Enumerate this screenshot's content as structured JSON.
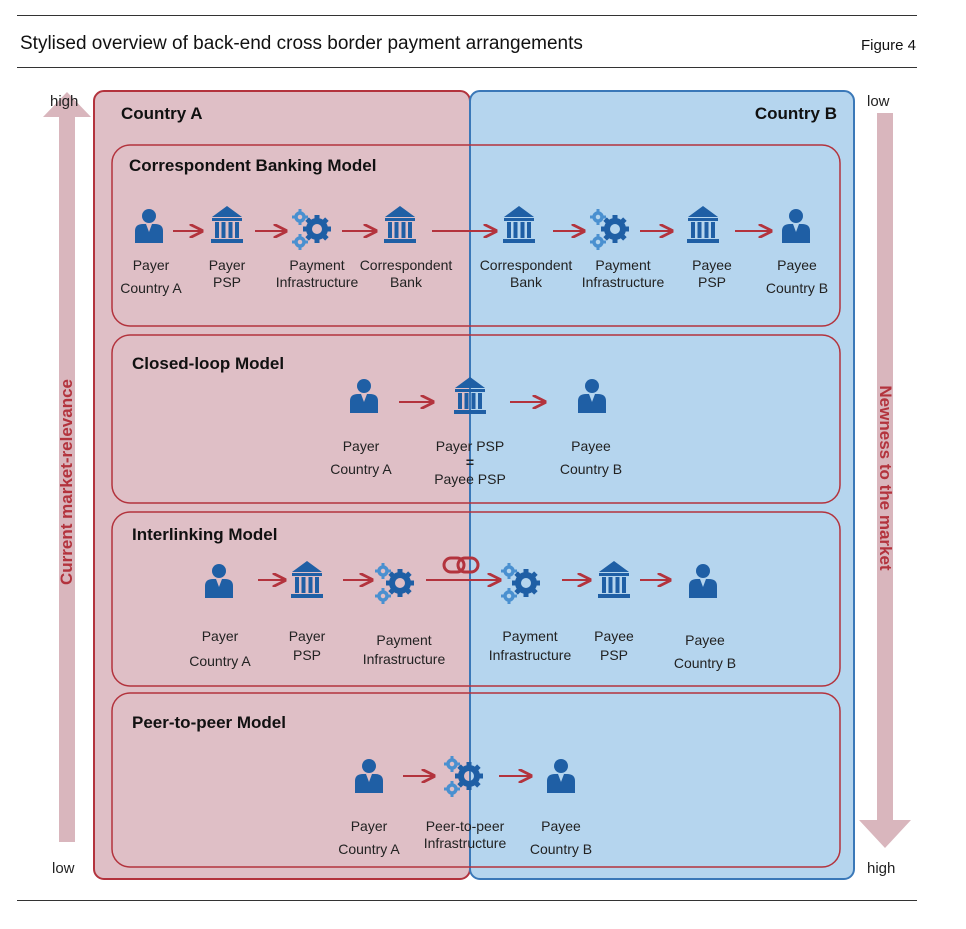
{
  "figure": {
    "title": "Stylised overview of back-end cross border payment arrangements",
    "label": "Figure 4"
  },
  "colors": {
    "country_a_fill": "#dfbfc6",
    "country_a_border": "#b3333d",
    "country_b_fill": "#b5d5ee",
    "country_b_border": "#3a78b8",
    "icon_blue": "#1f5fa5",
    "gear_light": "#4a90d0",
    "arrow_red": "#b3333d",
    "axis_arrow_fill": "#d9b6bd"
  },
  "countries": {
    "a": "Country A",
    "b": "Country B"
  },
  "left_axis": {
    "label": "Current market-relevance",
    "top": "high",
    "bottom": "low"
  },
  "right_axis": {
    "label": "Newness to the market",
    "top": "low",
    "bottom": "high"
  },
  "models": {
    "correspondent": {
      "title": "Correspondent Banking Model",
      "payer": [
        "Payer",
        "Country A"
      ],
      "payer_psp": [
        "Payer",
        "PSP"
      ],
      "pi_a": [
        "Payment",
        "Infrastructure"
      ],
      "corr_a": [
        "Correspondent",
        "Bank"
      ],
      "corr_b": [
        "Correspondent",
        "Bank"
      ],
      "pi_b": [
        "Payment",
        "Infrastructure"
      ],
      "payee_psp": [
        "Payee",
        "PSP"
      ],
      "payee": [
        "Payee",
        "Country B"
      ]
    },
    "closed_loop": {
      "title": "Closed-loop Model",
      "payer": [
        "Payer",
        "Country A"
      ],
      "psp_top": "Payer  PSP",
      "equals": "=",
      "psp_bottom": "Payee  PSP",
      "payee": [
        "Payee",
        "Country B"
      ]
    },
    "interlinking": {
      "title": "Interlinking Model",
      "payer": [
        "Payer",
        "Country A"
      ],
      "payer_psp": [
        "Payer",
        "PSP"
      ],
      "pi_a": [
        "Payment",
        "Infrastructure"
      ],
      "pi_b": [
        "Payment",
        "Infrastructure"
      ],
      "payee_psp": [
        "Payee",
        "PSP"
      ],
      "payee": [
        "Payee",
        "Country B"
      ]
    },
    "p2p": {
      "title": "Peer-to-peer Model",
      "payer": [
        "Payer",
        "Country A"
      ],
      "infra": [
        "Peer-to-peer",
        "Infrastructure"
      ],
      "payee": [
        "Payee",
        "Country B"
      ]
    }
  }
}
